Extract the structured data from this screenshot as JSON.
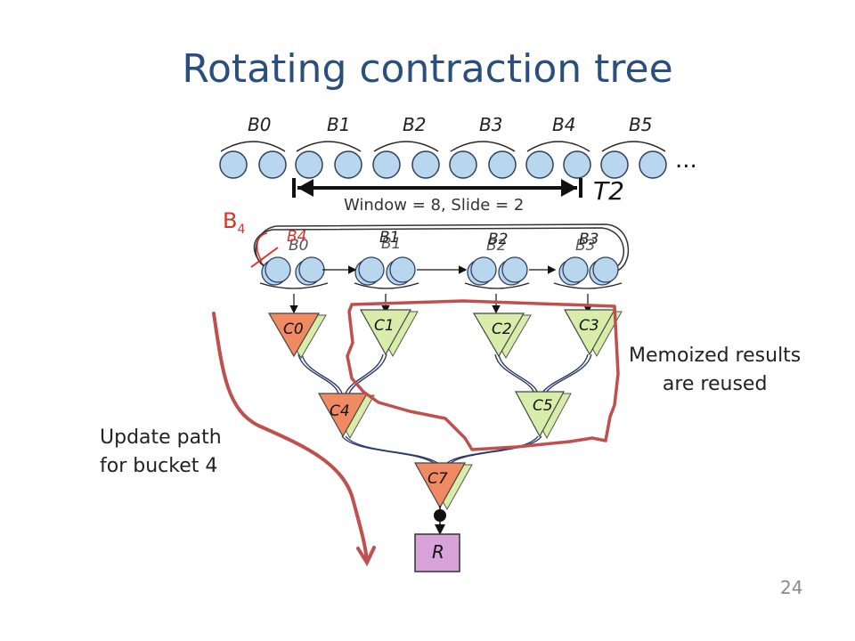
{
  "title": "Rotating contraction tree",
  "top_buckets": [
    "B0",
    "B1",
    "B2",
    "B3",
    "B4",
    "B5"
  ],
  "ellipsis": "...",
  "window_label": "Window = 8, Slide = 2",
  "time_label": "T2",
  "new_bucket_label": {
    "base": "B",
    "sub": "4"
  },
  "tree_bucket_labels": [
    "B4",
    "B1",
    "B2",
    "B3"
  ],
  "tree_bucket_shadow_labels": [
    "B0",
    "B1",
    "B2",
    "B3"
  ],
  "contraction_nodes": [
    "C0",
    "C1",
    "C2",
    "C3",
    "C4",
    "C5",
    "C7"
  ],
  "root_label": "R",
  "memoized_note": [
    "Memoized results",
    "are reused"
  ],
  "update_note": [
    "Update path",
    "for bucket 4"
  ],
  "page_number": "24",
  "colors": {
    "title": "#2a4f7e",
    "bubble_fill": "#b9d6ef",
    "bubble_stroke": "#2f3f5f",
    "updated_node": "#ef8a62",
    "reused_node": "#d9edaa",
    "root_fill": "#d7a3d8",
    "annotation_red": "#c0504d"
  }
}
